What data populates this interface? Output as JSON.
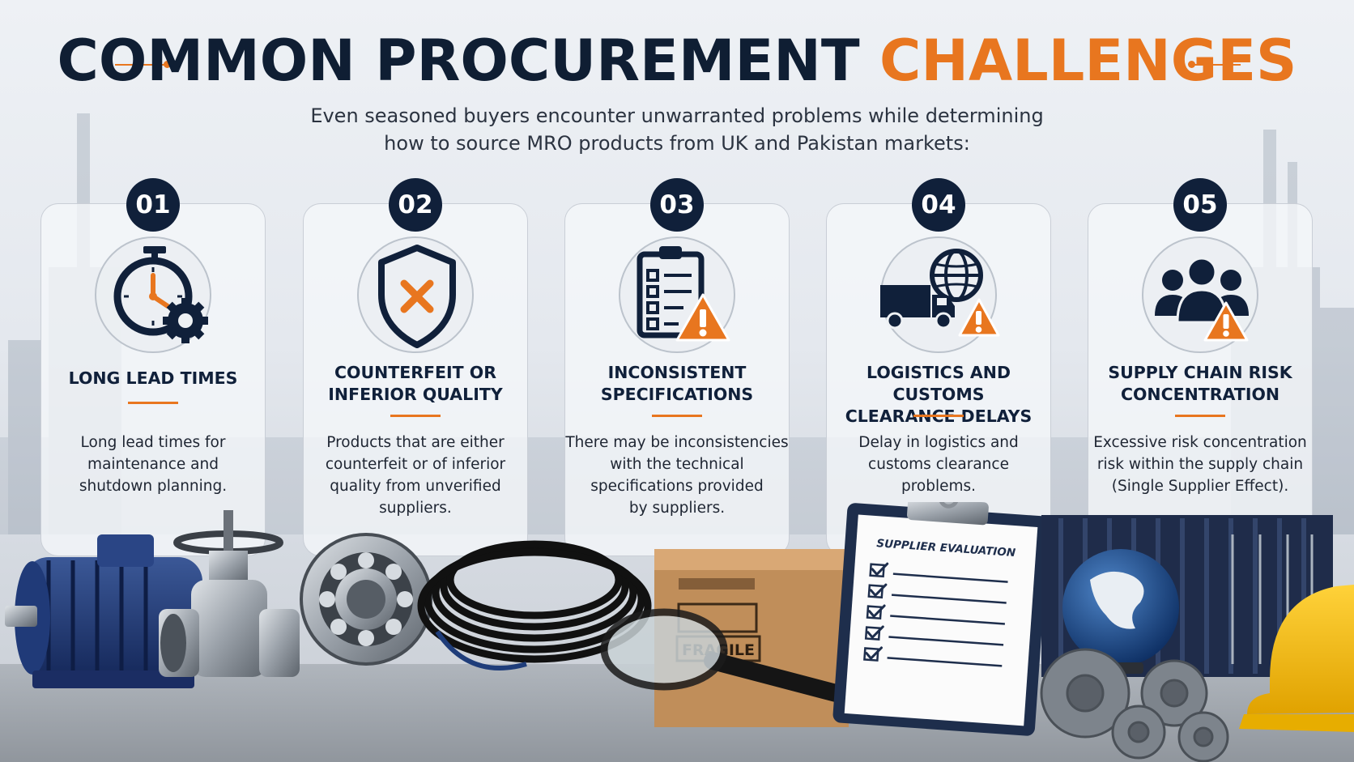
{
  "header": {
    "title_part1": "COMMON PROCUREMENT",
    "title_part2": "CHALLENGES",
    "subtitle_line1": "Even seasoned buyers encounter unwarranted problems while determining",
    "subtitle_line2": "how to source MRO products from UK and Pakistan markets:"
  },
  "colors": {
    "navy": "#10203a",
    "orange": "#e8761f"
  },
  "cards": [
    {
      "number": "01",
      "icon": "stopwatch-gear-icon",
      "title_line1": "LONG LEAD TIMES",
      "title_line2": "",
      "desc_line1": "Long lead times for",
      "desc_line2": "maintenance and",
      "desc_line3": "shutdown planning.",
      "desc_line4": ""
    },
    {
      "number": "02",
      "icon": "shield-x-icon",
      "title_line1": "COUNTERFEIT OR",
      "title_line2": "INFERIOR QUALITY",
      "desc_line1": "Products that are either",
      "desc_line2": "counterfeit or of inferior",
      "desc_line3": "quality from unverified",
      "desc_line4": "suppliers."
    },
    {
      "number": "03",
      "icon": "clipboard-warning-icon",
      "title_line1": "INCONSISTENT",
      "title_line2": "SPECIFICATIONS",
      "desc_line1": "There may be inconsistencies",
      "desc_line2": "with the technical",
      "desc_line3": "specifications provided",
      "desc_line4": "by suppliers."
    },
    {
      "number": "04",
      "icon": "truck-globe-warning-icon",
      "title_line1": "LOGISTICS AND CUSTOMS",
      "title_line2": "CLEARANCE DELAYS",
      "desc_line1": "Delay in logistics and",
      "desc_line2": "customs clearance",
      "desc_line3": "problems.",
      "desc_line4": ""
    },
    {
      "number": "05",
      "icon": "people-warning-icon",
      "title_line1": "SUPPLY CHAIN RISK",
      "title_line2": "CONCENTRATION",
      "desc_line1": "Excessive risk concentration",
      "desc_line2": "risk within the supply chain",
      "desc_line3": "(Single Supplier Effect).",
      "desc_line4": ""
    }
  ],
  "products": {
    "box_label": "FRAGILE",
    "clipboard_title": "SUPPLIER EVALUATION"
  }
}
